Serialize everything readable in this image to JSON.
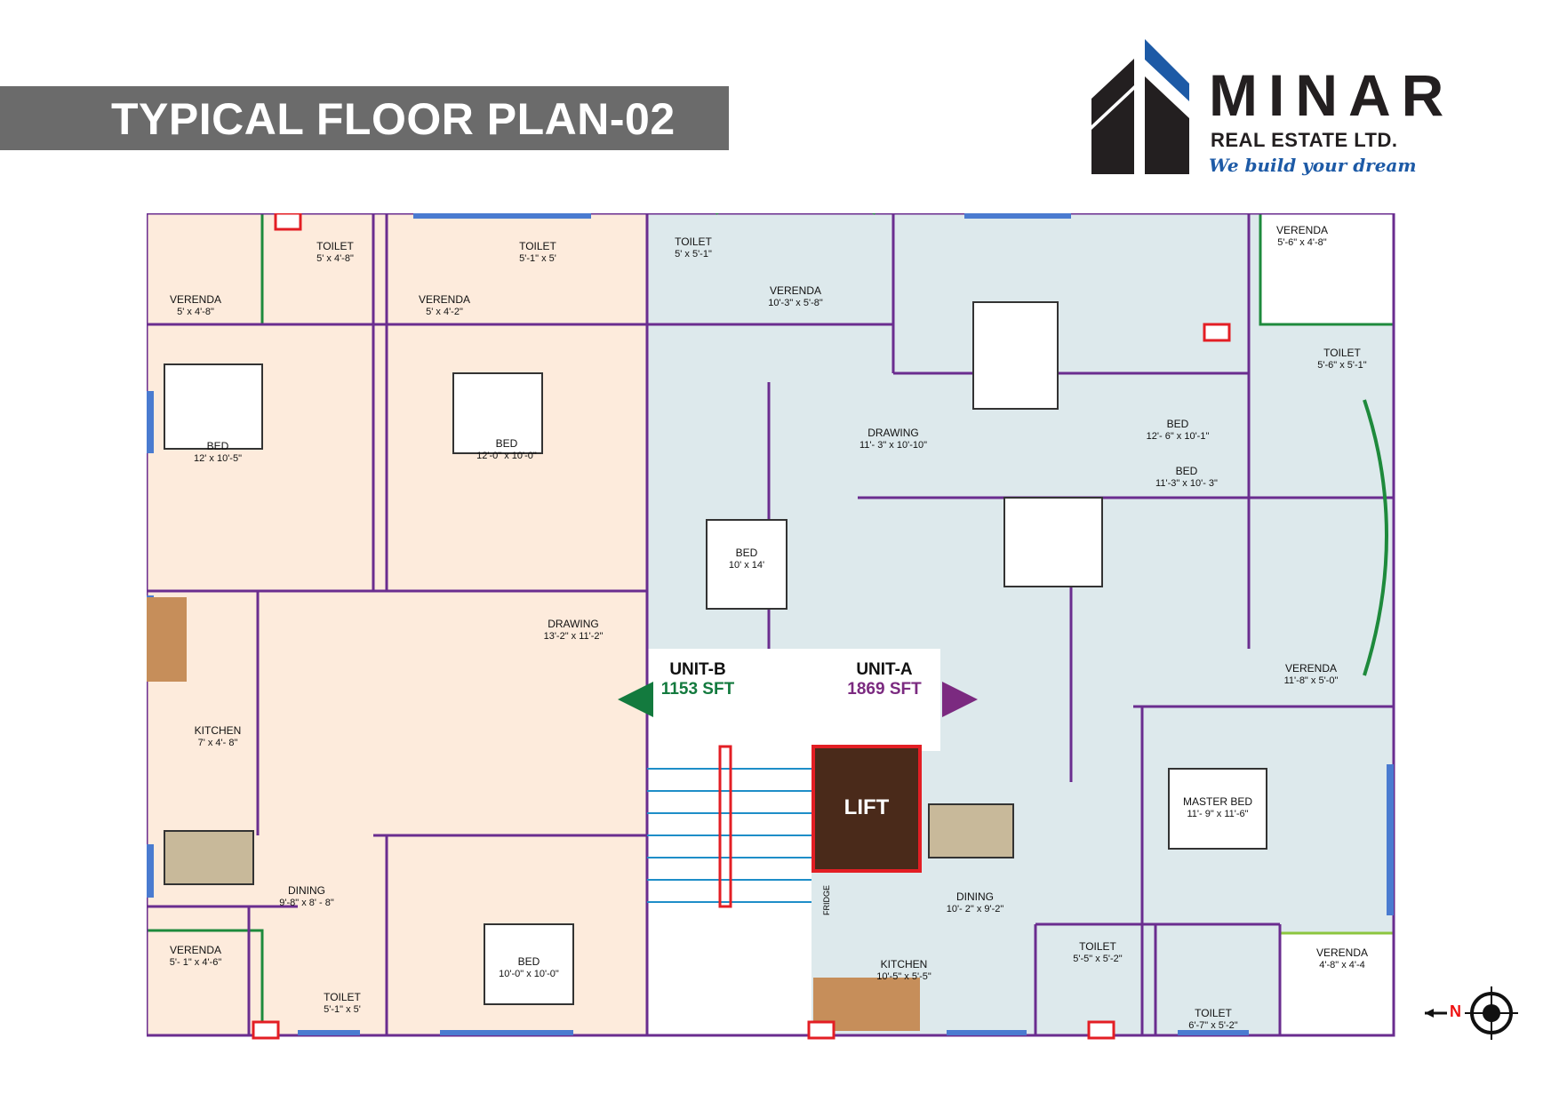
{
  "header": {
    "title": "TYPICAL FLOOR PLAN-02"
  },
  "logo": {
    "brand": "MINAR",
    "subtitle": "REAL ESTATE LTD.",
    "tagline": "We build your dream",
    "colors": {
      "dark": "#231f20",
      "blue": "#1d5aa6"
    }
  },
  "units": [
    {
      "name": "UNIT-B",
      "area": "1153 SFT",
      "color": "#137a3e",
      "direction": "left"
    },
    {
      "name": "UNIT-A",
      "area": "1869 SFT",
      "color": "#7b2a80",
      "direction": "right"
    }
  ],
  "lift": {
    "label": "LIFT"
  },
  "fridge": {
    "label": "FRIDGE"
  },
  "compass": {
    "label": "N"
  },
  "unit_b_rooms": [
    {
      "name": "TOILET",
      "size": "5' x 4'-8\""
    },
    {
      "name": "TOILET",
      "size": "5'-1\" x 5'"
    },
    {
      "name": "VERENDA",
      "size": "5' x 4'-8\""
    },
    {
      "name": "VERENDA",
      "size": "5' x 4'-2\""
    },
    {
      "name": "BED",
      "size": "12' x 10'-5\""
    },
    {
      "name": "BED",
      "size": "12'-0\" x 10'-0\""
    },
    {
      "name": "DRAWING",
      "size": "13'-2\" x 11'-2\""
    },
    {
      "name": "KITCHEN",
      "size": "7' x 4'- 8\""
    },
    {
      "name": "DINING",
      "size": "9'-8\" x 8' - 8\""
    },
    {
      "name": "VERENDA",
      "size": "5'- 1\" x 4'-6\""
    },
    {
      "name": "TOILET",
      "size": "5'-1\" x 5'"
    },
    {
      "name": "BED",
      "size": "10'-0\" x 10'-0\""
    }
  ],
  "unit_a_rooms": [
    {
      "name": "TOILET",
      "size": "5' x 5'-1\""
    },
    {
      "name": "VERENDA",
      "size": "10'-3\" x 5'-8\""
    },
    {
      "name": "BED",
      "size": "10' x 14'"
    },
    {
      "name": "DRAWING",
      "size": "11'- 3\" x 10'-10\""
    },
    {
      "name": "BED",
      "size": "12'- 6\" x 10'-1\""
    },
    {
      "name": "VERENDA",
      "size": "5'-6\" x 4'-8\""
    },
    {
      "name": "TOILET",
      "size": "5'-6\" x 5'-1\""
    },
    {
      "name": "BED",
      "size": "11'-3\" x 10'- 3\""
    },
    {
      "name": "VERENDA",
      "size": "11'-8\" x 5'-0\""
    },
    {
      "name": "MASTER BED",
      "size": "11'- 9\" x 11'-6\""
    },
    {
      "name": "DINING",
      "size": "10'- 2\" x 9'-2\""
    },
    {
      "name": "KITCHEN",
      "size": "10'-5\" x 5'-5\""
    },
    {
      "name": "TOILET",
      "size": "5'-5\" x 5'-2\""
    },
    {
      "name": "TOILET",
      "size": "6'-7\" x 5'-2\""
    },
    {
      "name": "VERENDA",
      "size": "4'-8\" x 4'-4"
    }
  ],
  "colors": {
    "unit_b_floor": "#fdebdc",
    "unit_a_floor": "#dde9ec",
    "wall": "#6a2d8f",
    "window": "#4a7bd0",
    "verenda_border": "#1e8a3c",
    "lift": "#4a2a1a",
    "stair": "#1e8ec8",
    "shaft_red": "#e31e24"
  }
}
